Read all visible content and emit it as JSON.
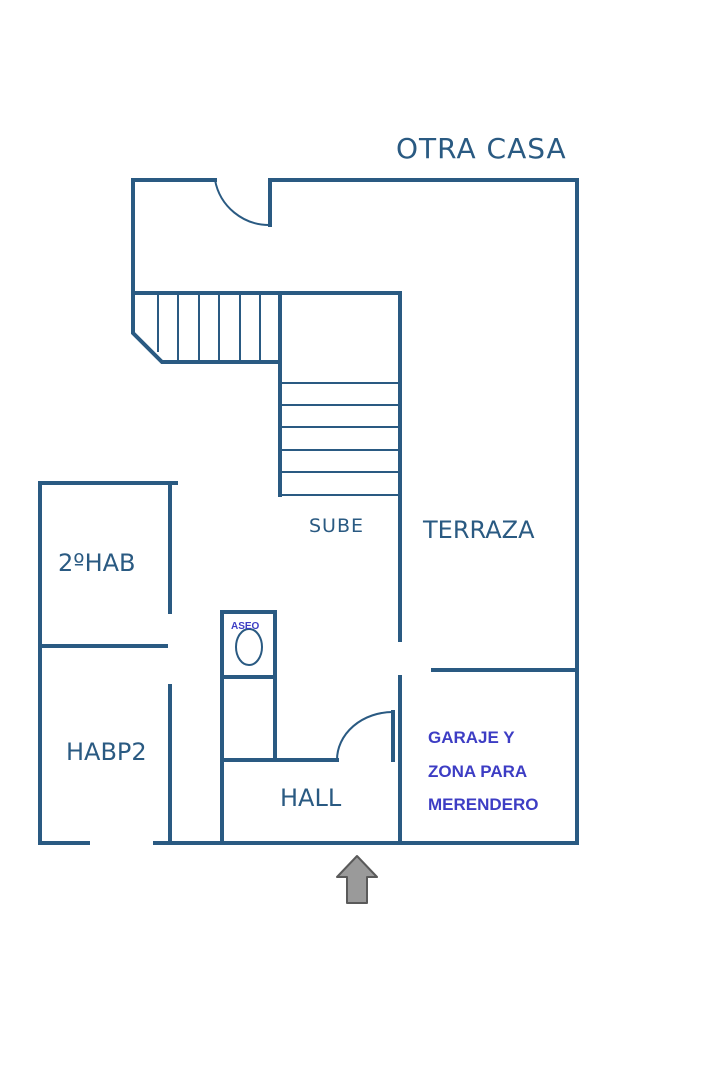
{
  "colors": {
    "wall": "#2a5a82",
    "accent": "#3d3dc4",
    "arrow_fill": "#9a9a9a",
    "arrow_stroke": "#5a5a5a"
  },
  "labels": {
    "otra_casa": "OTRA CASA",
    "sube": "SUBE",
    "terraza": "TERRAZA",
    "segundo_hab": "2ºHAB",
    "aseo": "ASEO",
    "habp2": "HABP2",
    "hall": "HALL",
    "garaje_line1": "GARAJE Y",
    "garaje_line2": "ZONA PARA",
    "garaje_line3": "MERENDERO"
  },
  "icons": {
    "entrance": "up-arrow-icon",
    "toilet": "toilet-icon"
  }
}
